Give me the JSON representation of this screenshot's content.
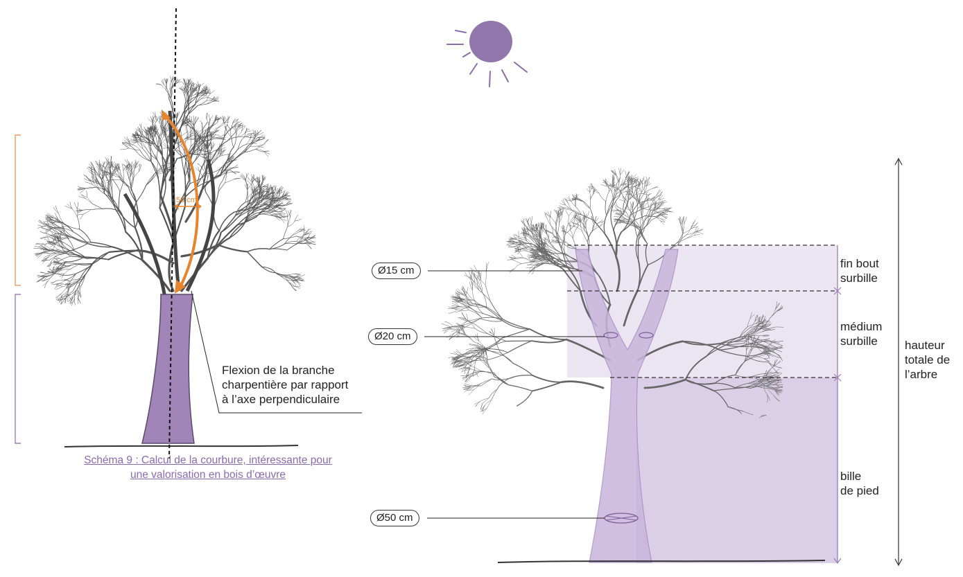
{
  "left_figure": {
    "bend_label": "50 cm",
    "annotation": "Flexion de la branche\ncharpentière par rapport\nà l’axe perpendiculaire",
    "caption_line1": "Schéma 9 : Calcul de la courbure, intéressante pour",
    "caption_line2": "une valorisation en bois d’œuvre"
  },
  "right_figure": {
    "diameters": [
      "Ø15 cm",
      "Ø20 cm",
      "Ø50 cm"
    ],
    "sections": [
      "fin bout\nsurbille",
      "médium\nsurbille",
      "bille\nde pied"
    ],
    "total_height": "hauteur\ntotale de\nl’arbre"
  },
  "colors": {
    "accent_purple": "#9b7bb5",
    "light_purple": "#d9cde6",
    "pale_purple": "#ece6f2",
    "orange": "#e8842c",
    "ink": "#333333"
  }
}
